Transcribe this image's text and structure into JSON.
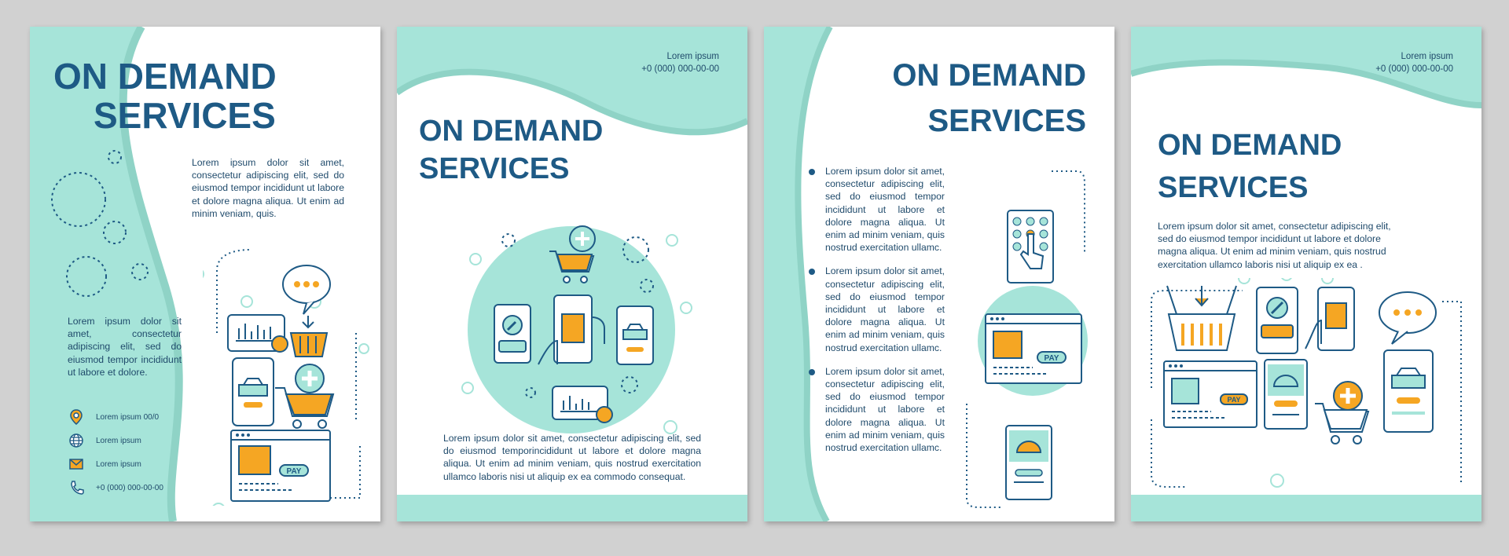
{
  "colors": {
    "mint": "#a6e4d9",
    "navy": "#1e5a85",
    "orange": "#f5a623",
    "gray_bg": "#d1d1d1"
  },
  "page1": {
    "title_line1": "ON DEMAND",
    "title_line2": "SERVICES",
    "text_top": "Lorem ipsum dolor sit amet, consectetur adipiscing elit, sed do eiusmod tempor incididunt ut labore et dolore magna aliqua. Ut enim ad minim veniam, quis.",
    "text_left": "Lorem ipsum dolor sit amet, consectetur adipiscing elit, sed do eiusmod tempor incididunt ut labore et dolore.",
    "contacts": [
      {
        "icon": "location-pin-icon",
        "text": "Lorem ipsum 00/0"
      },
      {
        "icon": "globe-icon",
        "text": "Lorem ipsum"
      },
      {
        "icon": "envelope-icon",
        "text": "Lorem ipsum"
      },
      {
        "icon": "phone-icon",
        "text": "+0 (000) 000-00-00"
      }
    ]
  },
  "page2": {
    "contact_name": "Lorem ipsum",
    "contact_phone": "+0 (000) 000-00-00",
    "title_line1": "ON DEMAND",
    "title_line2": "SERVICES",
    "text": "Lorem ipsum dolor sit amet, consectetur adipiscing elit, sed do eiusmod temporincididunt ut labore et dolore magna aliqua. Ut enim ad minim veniam, quis nostrud exercitation ullamco laboris nisi ut aliquip ex ea commodo consequat."
  },
  "page3": {
    "title_line1": "ON DEMAND",
    "title_line2": "SERVICES",
    "bullets": [
      "Lorem ipsum dolor sit amet, consectetur adipiscing elit, sed do eiusmod tempor incididunt ut labore et dolore magna aliqua. Ut enim ad minim veniam, quis nostrud exercitation ullamc.",
      "Lorem ipsum dolor sit amet, consectetur adipiscing elit, sed do eiusmod tempor incididunt ut labore et dolore magna aliqua. Ut enim ad minim veniam, quis nostrud exercitation ullamc.",
      "Lorem ipsum dolor sit amet, consectetur adipiscing elit, sed do eiusmod tempor incididunt ut labore et dolore magna aliqua. Ut enim ad minim veniam, quis nostrud exercitation ullamc."
    ],
    "pay_label": "PAY"
  },
  "page4": {
    "contact_name": "Lorem ipsum",
    "contact_phone": "+0 (000) 000-00-00",
    "title_line1": "ON DEMAND",
    "title_line2": "SERVICES",
    "text": "Lorem ipsum dolor sit amet, consectetur adipiscing elit, sed do eiusmod tempor incididunt ut labore et dolore magna aliqua. Ut enim ad minim veniam, quis nostrud exercitation ullamco laboris nisi ut aliquip ex ea .",
    "pay_label": "PAY"
  },
  "pay_label": "PAY"
}
